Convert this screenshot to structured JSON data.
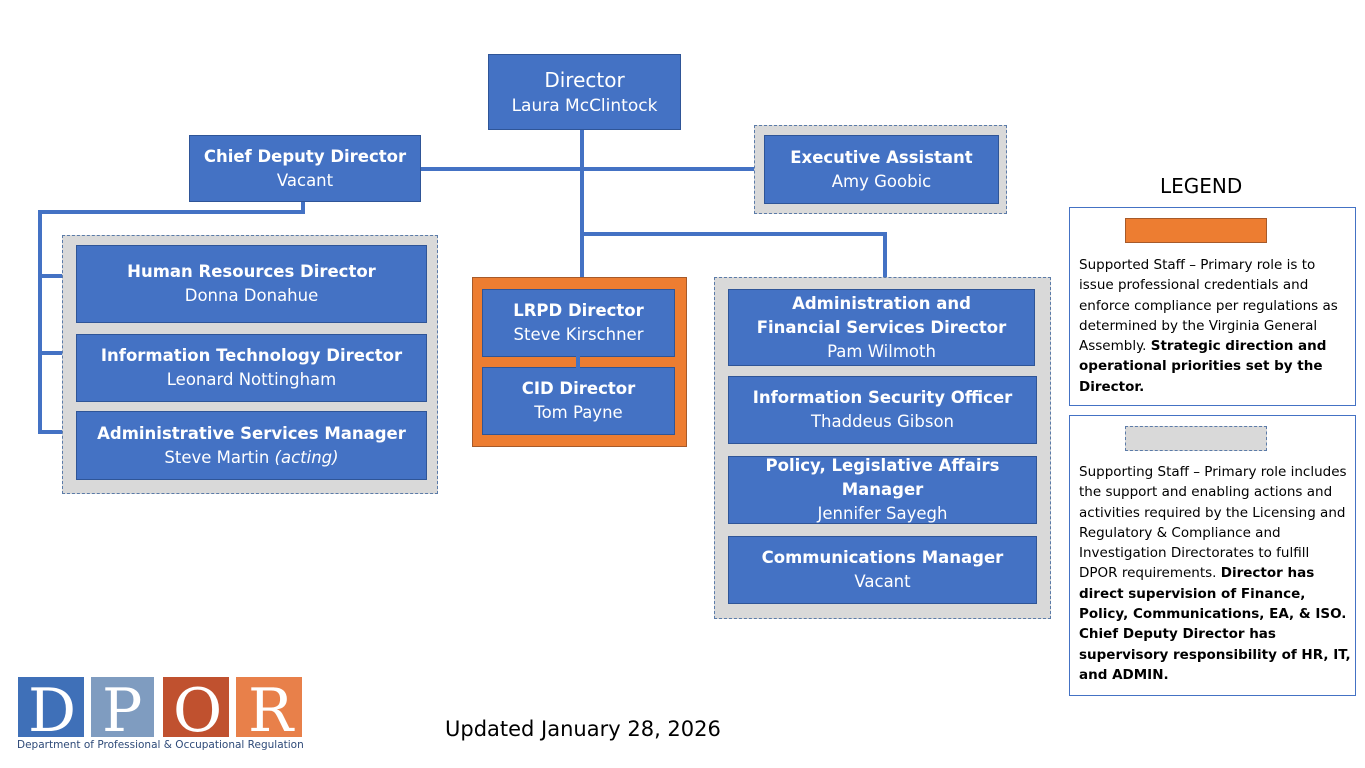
{
  "director": {
    "title": "Director",
    "name": "Laura McClintock"
  },
  "chief_deputy": {
    "title": "Chief Deputy Director",
    "name": "Vacant"
  },
  "exec_assistant": {
    "title": "Executive Assistant",
    "name": "Amy Goobic"
  },
  "left_group": [
    {
      "title": "Human Resources Director",
      "name": "Donna Donahue"
    },
    {
      "title": "Information Technology Director",
      "name": "Leonard Nottingham"
    },
    {
      "title": "Administrative Services Manager",
      "name": "Steve Martin",
      "note": "(acting)"
    }
  ],
  "center_group": [
    {
      "title": "LRPD Director",
      "name": "Steve Kirschner"
    },
    {
      "title": "CID Director",
      "name": "Tom Payne"
    }
  ],
  "right_group": [
    {
      "title": "Administration and Financial Services Director",
      "name": "Pam Wilmoth"
    },
    {
      "title": "Information Security Officer",
      "name": "Thaddeus Gibson"
    },
    {
      "title": "Policy, Legislative Affairs Manager",
      "name": "Jennifer Sayegh"
    },
    {
      "title": "Communications Manager",
      "name": "Vacant"
    }
  ],
  "legend": {
    "title": "LEGEND",
    "supported": {
      "color": "#ED7D31",
      "text": "Supported Staff – Primary role is to issue professional credentials and enforce compliance per regulations as determined by the Virginia General Assembly.",
      "bold": "Strategic direction and operational priorities set by the Director."
    },
    "supporting": {
      "color": "#D9D9D9",
      "text": "Supporting Staff – Primary role includes the support and enabling actions and activities required by the Licensing and Regulatory & Compliance and Investigation Directorates to fulfill DPOR requirements.",
      "bold": "Director has direct supervision of Finance, Policy, Communications, EA, & ISO. Chief Deputy Director has supervisory responsibility of HR, IT, and ADMIN."
    }
  },
  "logo": {
    "letters": [
      "D",
      "P",
      "O",
      "R"
    ],
    "colors": [
      "#3F70B8",
      "#7F9CC0",
      "#C0512F",
      "#E8804A"
    ],
    "caption": "Department of Professional & Occupational Regulation"
  },
  "updated": "Updated January 28, 2026"
}
